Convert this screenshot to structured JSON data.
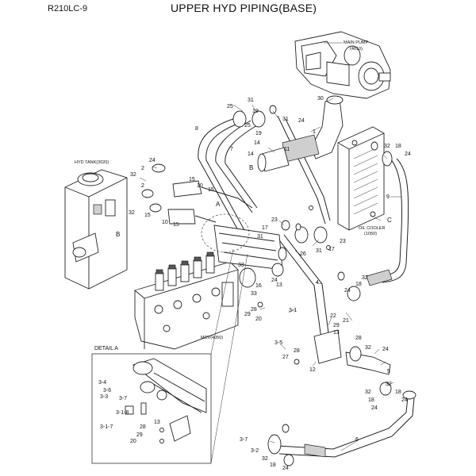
{
  "header": {
    "model": "R210LC-9",
    "title": "UPPER HYD PIPING(BASE)"
  },
  "components": {
    "main_pump": "MAIN PUMP",
    "main_pump_code": "(4010)",
    "hyd_tank": "HYD TANK(3020)",
    "oil_cooler": "OIL COOLER",
    "oil_cooler_code": "(1050)",
    "mcv": "MCV(4050)",
    "detail_title": "DETAIL A"
  },
  "view_markers": {
    "a": "A",
    "b": "B",
    "c": "C"
  },
  "callouts": [
    "31",
    "25",
    "19",
    "31",
    "25",
    "19",
    "30",
    "24",
    "1",
    "8",
    "7",
    "14",
    "11",
    "14",
    "B",
    "32",
    "18",
    "24",
    "24",
    "32",
    "2",
    "15",
    "10",
    "15",
    "2",
    "32",
    "15",
    "10",
    "15",
    "9",
    "23",
    "17",
    "31",
    "31",
    "17",
    "23",
    "26",
    "C",
    "OIL COOLER",
    "33",
    "4",
    "16",
    "13",
    "24",
    "33",
    "32",
    "18",
    "24",
    "3-1",
    "28",
    "29",
    "20",
    "22",
    "21",
    "29",
    "13",
    "3-5",
    "28",
    "27",
    "12",
    "28",
    "32",
    "24",
    "5",
    "32",
    "18",
    "24"
  ],
  "detail_callouts": [
    "3-4",
    "3-6",
    "3-7",
    "3-3",
    "3-1-8",
    "3-1-7",
    "28",
    "29",
    "20",
    "13"
  ],
  "lower_callouts": [
    "3-7",
    "3-2",
    "32",
    "18",
    "24",
    "6",
    "32",
    "18",
    "24"
  ]
}
